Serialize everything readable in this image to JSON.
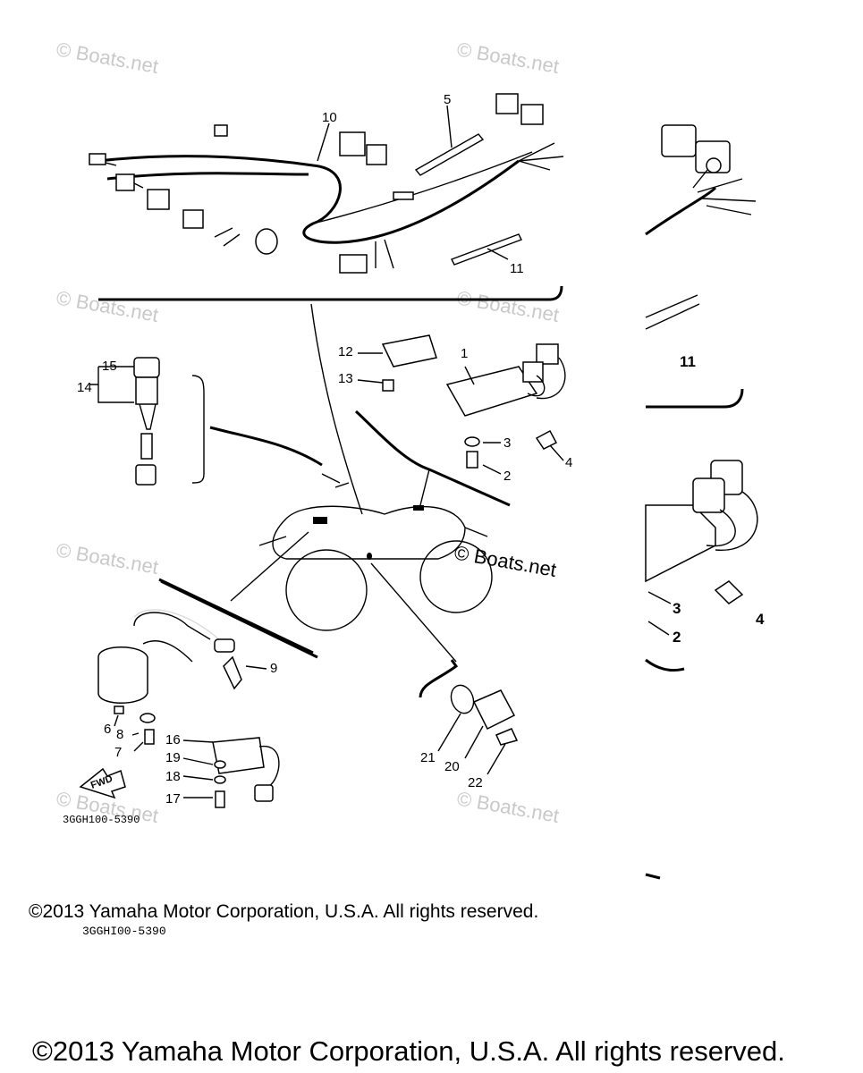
{
  "watermark": "Boats.net",
  "watermark_copy": "© Boats.net",
  "diagram_code": "3GGH100-5390",
  "caption": "©2013 Yamaha Motor Corporation, U.S.A. All rights reserved.",
  "caption_code": "3GGHI00-5390",
  "footer": "©2013 Yamaha Motor Corporation, U.S.A. All rights reserved.",
  "fwd_label": "FWD",
  "callouts": {
    "c1": "1",
    "c2": "2",
    "c3": "3",
    "c4": "4",
    "c5": "5",
    "c6": "6",
    "c7": "7",
    "c8": "8",
    "c9": "9",
    "c10": "10",
    "c11": "11",
    "c12": "12",
    "c13": "13",
    "c14": "14",
    "c15": "15",
    "c16": "16",
    "c17": "17",
    "c18": "18",
    "c19": "19",
    "c20": "20",
    "c21": "21",
    "c22": "22"
  },
  "zoom_callouts": {
    "z2": "2",
    "z3": "3",
    "z4": "4",
    "z11": "11"
  }
}
